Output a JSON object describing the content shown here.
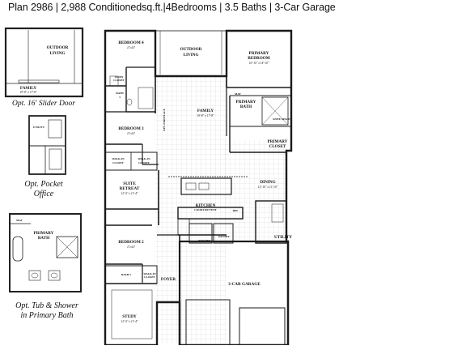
{
  "header": {
    "title": "Plan 2986 | 2,988 Conditionedsq.ft.|4Bedrooms | 3.5 Baths | 3-Car Garage"
  },
  "captions": {
    "slider_door": "Opt. 16' Slider Door",
    "pocket_office_line1": "Opt. Pocket",
    "pocket_office_line2": "Office",
    "tub_shower_line1": "Opt. Tub & Shower",
    "tub_shower_line2": "in Primary Bath"
  },
  "rooms": {
    "outdoor_living_opt": {
      "name_line1": "OUTDOOR",
      "name_line2": "LIVING"
    },
    "family_opt": {
      "name": "FAMILY",
      "dim": "19'-8\" x 17'-8\""
    },
    "utility_opt": {
      "name": "UTILITY"
    },
    "primary_bath_opt": {
      "name_line1": "PRIMARY",
      "name_line2": "BATH",
      "mat": "MAT"
    },
    "bedroom4": {
      "name": "BEDROOM 4",
      "dim": "11'x10'"
    },
    "bath3": {
      "name_line1": "BATH",
      "name_line2": "3"
    },
    "linen_closet": {
      "name_line1": "LINEN",
      "name_line2": "CLOSET"
    },
    "outdoor_living": {
      "name_line1": "OUTDOOR",
      "name_line2": "LIVING"
    },
    "primary_bedroom": {
      "name_line1": "PRIMARY",
      "name_line2": "BEDROOM",
      "dim": "16'-10\" x 14'-10\""
    },
    "primary_bath": {
      "name_line1": "PRIMARY",
      "name_line2": "BATH",
      "mat": "MAT",
      "knee": "KNEE SPACE"
    },
    "family": {
      "name": "FAMILY",
      "dim": "19'-8\" x 17'-8\""
    },
    "fireplace": {
      "name": "OPT. FIREPLACE"
    },
    "bedroom3": {
      "name": "BEDROOM 3",
      "dim": "11'x10'"
    },
    "primary_closet": {
      "name_line1": "PRIMARY",
      "name_line2": "CLOSET"
    },
    "walkin_closet_a": {
      "name_line1": "WALK-IN",
      "name_line2": "CLOSET"
    },
    "walkin_closet_b": {
      "name_line1": "WALK-IN",
      "name_line2": "CLOSET"
    },
    "suite_retreat": {
      "name_line1": "SUITE",
      "name_line2": "RETREAT",
      "dim": "12'-0\" x 11'-4\""
    },
    "dining": {
      "name": "DINING",
      "dim": "12'-10\" x 11'-10\""
    },
    "kitchen": {
      "name": "KITCHEN",
      "sub": "COOKTOP/VENT",
      "ref": "REF"
    },
    "bedroom2": {
      "name": "BEDROOM 2",
      "dim": "11'x10'"
    },
    "powder": {
      "name": "POWDER"
    },
    "pantry": {
      "name": "PANTRY"
    },
    "utility": {
      "name": "UTILITY"
    },
    "bath2": {
      "name": "BATH 2"
    },
    "walkin_small": {
      "name_line1": "WALK-IN",
      "name_line2": "CLOSET"
    },
    "foyer": {
      "name": "FOYER"
    },
    "garage": {
      "name": "3-CAR GARAGE"
    },
    "study": {
      "name": "STUDY",
      "dim": "12'-0\" x 11'-4\""
    }
  }
}
